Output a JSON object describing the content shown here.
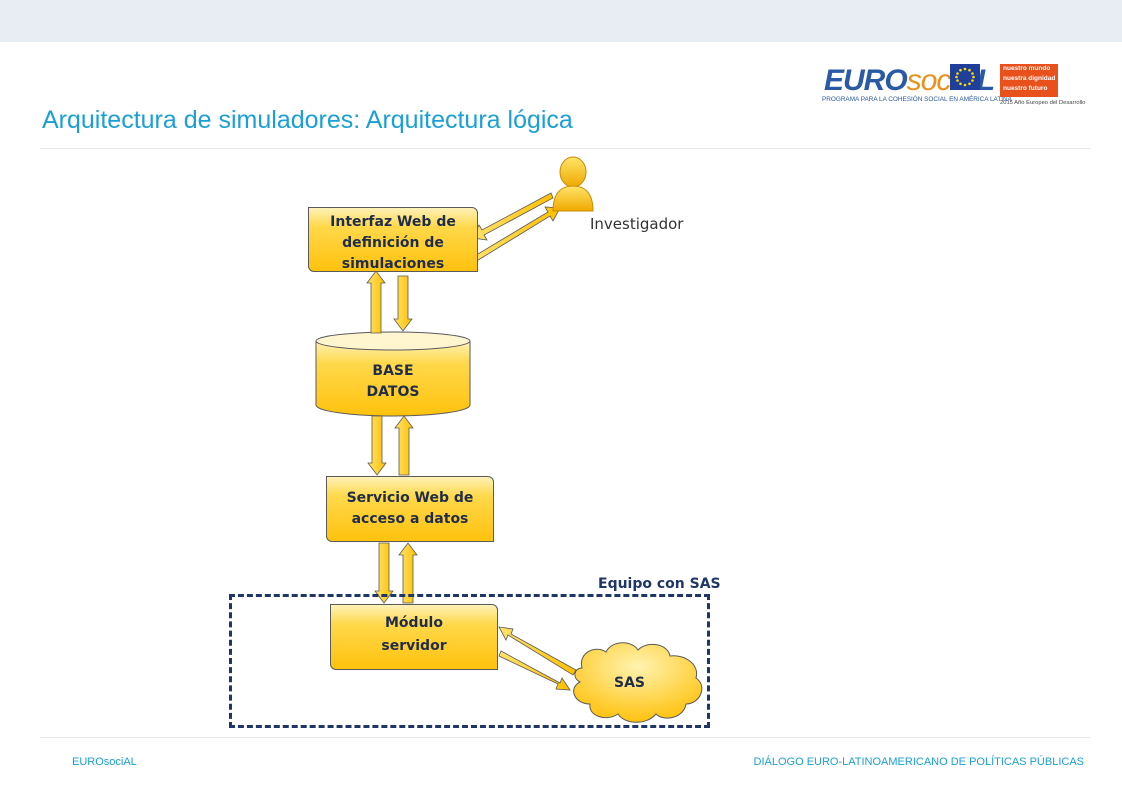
{
  "slide": {
    "title": "Arquitectura de simuladores: Arquitectura lógica"
  },
  "logo": {
    "brand_prefix": "EURO",
    "brand_middle": "soci",
    "brand_suffix": "AL",
    "subtitle": "PROGRAMA PARA LA COHESIÓN SOCIAL EN AMÉRICA LATINA",
    "campaign_lines": [
      "nuestro mundo",
      "nuestra dignidad",
      "nuestro futuro"
    ],
    "campaign_sub": "2015 Año Europeo del Desarrollo"
  },
  "diagram": {
    "web_interface": "Interfaz Web de definición de simulaciones",
    "database_line1": "BASE",
    "database_line2": "DATOS",
    "web_service": "Servicio Web de acceso a datos",
    "server_module_line1": "Módulo",
    "server_module_line2": "servidor",
    "sas": "SAS",
    "researcher": "Investigador",
    "sas_group": "Equipo con SAS"
  },
  "footer": {
    "left": "EUROsociAL",
    "right": "DIÁLOGO EURO-LATINOAMERICANO DE POLÍTICAS PÚBLICAS"
  },
  "colors": {
    "title": "#1a9fd6",
    "box_fill": "#ffc20e",
    "group_border": "#1f3768",
    "footer": "#1a9fd6"
  }
}
